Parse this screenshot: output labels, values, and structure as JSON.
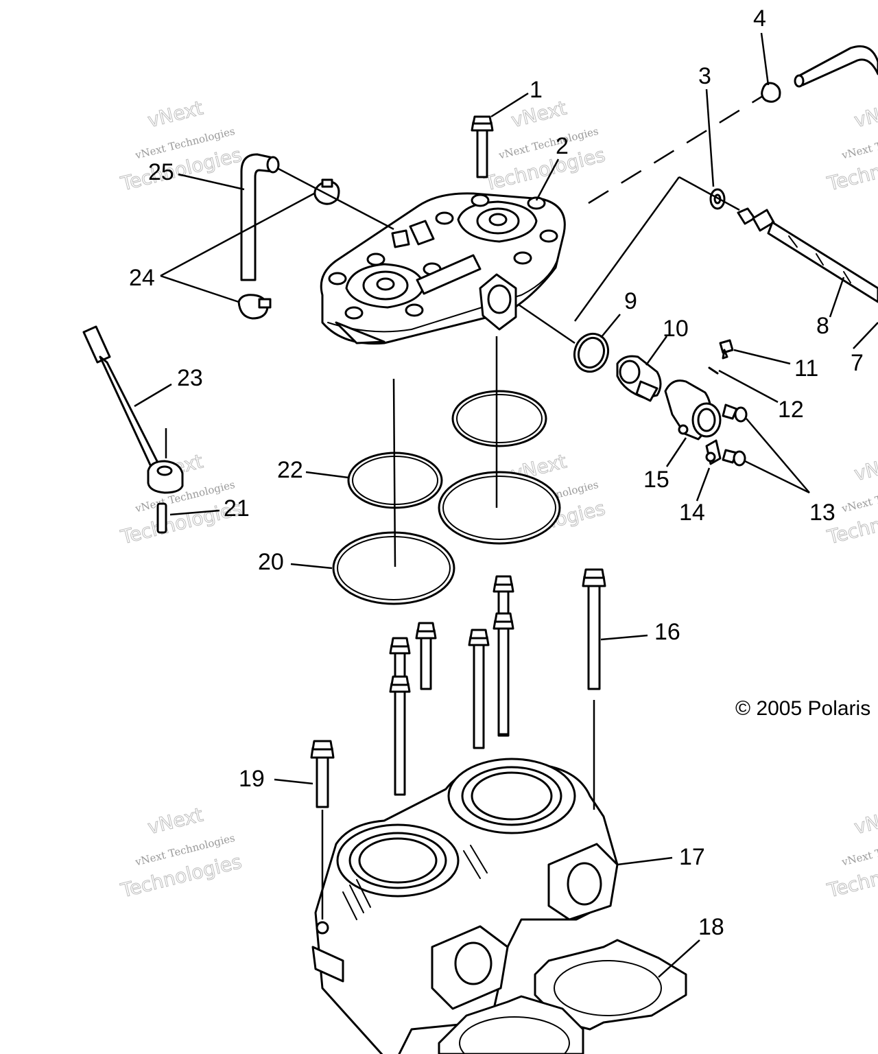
{
  "diagram": {
    "callouts": [
      {
        "id": "1",
        "label": "1"
      },
      {
        "id": "2",
        "label": "2"
      },
      {
        "id": "3",
        "label": "3"
      },
      {
        "id": "4",
        "label": "4"
      },
      {
        "id": "7",
        "label": "7"
      },
      {
        "id": "8",
        "label": "8"
      },
      {
        "id": "9",
        "label": "9"
      },
      {
        "id": "10",
        "label": "10"
      },
      {
        "id": "11",
        "label": "11"
      },
      {
        "id": "12",
        "label": "12"
      },
      {
        "id": "13",
        "label": "13"
      },
      {
        "id": "14",
        "label": "14"
      },
      {
        "id": "15",
        "label": "15"
      },
      {
        "id": "16",
        "label": "16"
      },
      {
        "id": "17",
        "label": "17"
      },
      {
        "id": "18",
        "label": "18"
      },
      {
        "id": "19",
        "label": "19"
      },
      {
        "id": "20",
        "label": "20"
      },
      {
        "id": "21",
        "label": "21"
      },
      {
        "id": "22",
        "label": "22"
      },
      {
        "id": "23",
        "label": "23"
      },
      {
        "id": "24",
        "label": "24"
      },
      {
        "id": "25",
        "label": "25"
      }
    ],
    "copyright": "© 2005 Polaris",
    "watermark": {
      "line1": "vNext Technologies",
      "line2": "Technologies",
      "line3": "vNext"
    }
  }
}
